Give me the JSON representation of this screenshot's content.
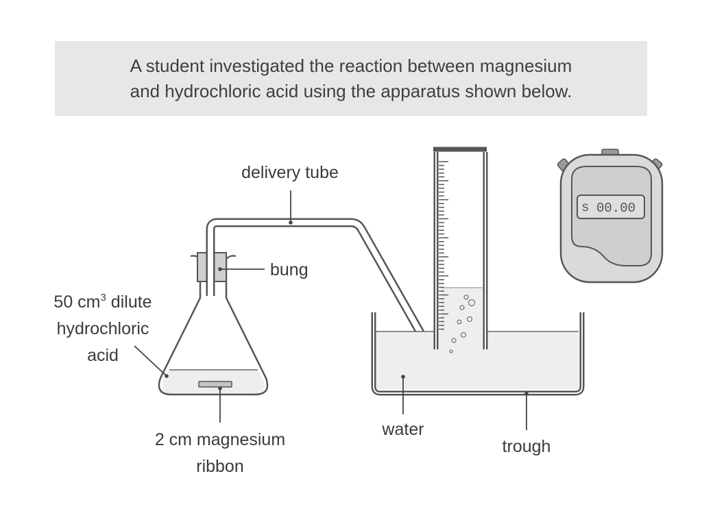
{
  "question": {
    "line1": "A student investigated the reaction between magnesium",
    "line2": "and hydrochloric acid using the apparatus shown below."
  },
  "labels": {
    "delivery_tube": "delivery tube",
    "bung": "bung",
    "acid_line1_prefix": "50 cm",
    "acid_line1_sup": "3",
    "acid_line1_suffix": " dilute",
    "acid_line2": "hydrochloric",
    "acid_line3": "acid",
    "magnesium_line1": "2 cm magnesium",
    "magnesium_line2": "ribbon",
    "water": "water",
    "trough": "trough"
  },
  "stopwatch": {
    "unit": "s",
    "reading": "00.00"
  },
  "colors": {
    "outline": "#555555",
    "liquid": "#eeeeee",
    "bung": "#cfcfcf",
    "banner": "#e7e7e7",
    "text": "#3a3a3a"
  }
}
